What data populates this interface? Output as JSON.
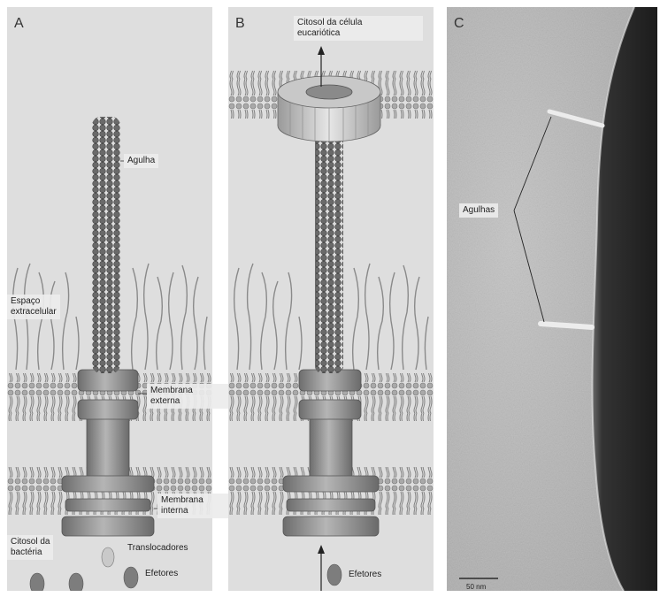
{
  "panel_a": {
    "letter": "A",
    "labels": {
      "needle": "Agulha",
      "extracellular": "Espaço\nextracelular",
      "outer_membrane": "Membrana\nexterna",
      "inner_membrane": "Membrana\ninterna",
      "cytosol": "Citosol da\nbactéria",
      "translocators": "Translocadores",
      "effectors": "Efetores"
    }
  },
  "panel_b": {
    "letter": "B",
    "labels": {
      "host_cytosol": "Citosol da célula\neucariótica",
      "effectors": "Efetores"
    }
  },
  "panel_c": {
    "letter": "C",
    "labels": {
      "needles": "Agulhas",
      "scale": "50 nm"
    }
  },
  "colors": {
    "panel_bg": "#dedede",
    "membrane_head": "#a9a9a9",
    "membrane_tail": "#7f7f7f",
    "needle": "#5b5b5b",
    "ring": "#8e8e8e",
    "micrograph": "#b8b8b8"
  }
}
